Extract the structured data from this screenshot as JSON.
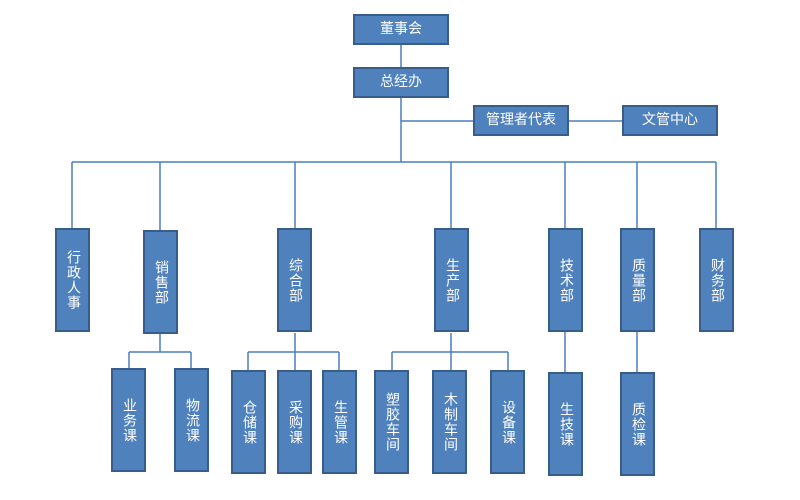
{
  "org": {
    "board": "董事会",
    "gm_office": "总经办",
    "mgmt_rep": "管理者代表",
    "doc_center": "文管中心",
    "departments": {
      "admin_hr": "行政人事",
      "sales": "销售部",
      "general": "综合部",
      "production": "生产部",
      "technology": "技术部",
      "quality": "质量部",
      "finance": "财务部"
    },
    "sections": {
      "business": "业务课",
      "logistics": "物流课",
      "warehouse": "仓储课",
      "purchasing": "采购课",
      "production_mgmt": "生管课",
      "plastic_workshop": "塑胶车间",
      "wood_workshop": "木制车间",
      "equipment": "设备课",
      "production_tech": "生技课",
      "quality_inspection": "质检课"
    }
  },
  "colors": {
    "box_fill": "#4f81bd",
    "box_border": "#385d8a",
    "connector": "#4a7ebb",
    "text": "#ffffff"
  }
}
